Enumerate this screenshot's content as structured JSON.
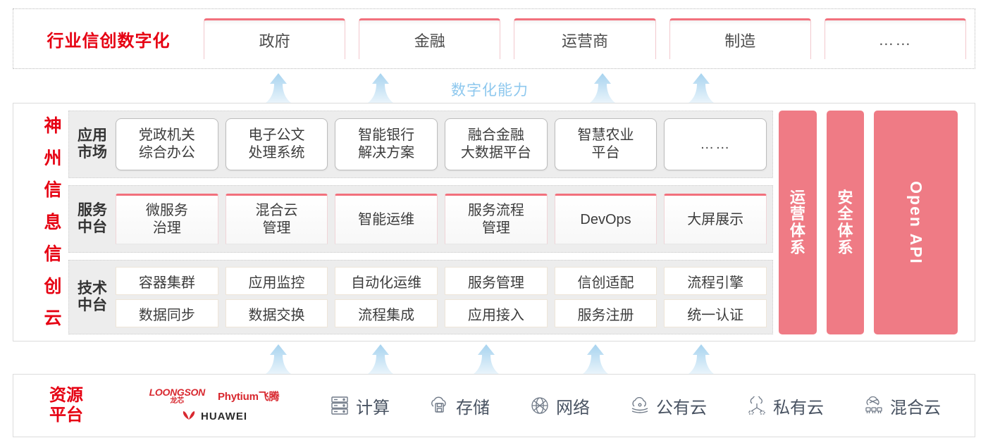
{
  "industry": {
    "title": "行业信创数字化",
    "tabs": [
      {
        "label": "政府"
      },
      {
        "label": "金融"
      },
      {
        "label": "运营商"
      },
      {
        "label": "制造"
      },
      {
        "label": "……"
      }
    ]
  },
  "capability_label": "数字化能力",
  "cloud": {
    "title_chars": [
      "神",
      "州",
      "信",
      "息",
      "信",
      "创",
      "云"
    ],
    "tiers": [
      {
        "id": "app",
        "label": "应用市场",
        "label_lines": [
          "应用",
          "市场"
        ],
        "cards": [
          {
            "lines": [
              "党政机关",
              "综合办公"
            ]
          },
          {
            "lines": [
              "电子公文",
              "处理系统"
            ]
          },
          {
            "lines": [
              "智能银行",
              "解决方案"
            ]
          },
          {
            "lines": [
              "融合金融",
              "大数据平台"
            ]
          },
          {
            "lines": [
              "智慧农业",
              "平台"
            ]
          },
          {
            "lines": [
              "……"
            ]
          }
        ]
      },
      {
        "id": "svc",
        "label": "服务中台",
        "label_lines": [
          "服务",
          "中台"
        ],
        "cards": [
          {
            "lines": [
              "微服务",
              "治理"
            ]
          },
          {
            "lines": [
              "混合云",
              "管理"
            ]
          },
          {
            "lines": [
              "智能运维"
            ]
          },
          {
            "lines": [
              "服务流程",
              "管理"
            ]
          },
          {
            "lines": [
              "DevOps"
            ]
          },
          {
            "lines": [
              "大屏展示"
            ]
          }
        ]
      },
      {
        "id": "tech",
        "label": "技术中台",
        "label_lines": [
          "技术",
          "中台"
        ],
        "rows": [
          [
            "容器集群",
            "应用监控",
            "自动化运维",
            "服务管理",
            "信创适配",
            "流程引擎"
          ],
          [
            "数据同步",
            "数据交换",
            "流程集成",
            "应用接入",
            "服务注册",
            "统一认证"
          ]
        ]
      }
    ],
    "vbars": [
      {
        "mode": "stack",
        "chars": [
          "运",
          "营",
          "体",
          "系"
        ],
        "text": "运营体系"
      },
      {
        "mode": "stack",
        "chars": [
          "安",
          "全",
          "体",
          "系"
        ],
        "text": "安全体系"
      },
      {
        "mode": "rotate",
        "text": "Open API"
      }
    ]
  },
  "resource": {
    "title_lines": [
      "资源",
      "平台"
    ],
    "vendors": [
      {
        "name": "LOONGSON",
        "cn": "龙芯"
      },
      {
        "name": "Phytium飞腾"
      },
      {
        "name": "HUAWEI"
      }
    ],
    "items": [
      {
        "label": "计算",
        "icon": "server-icon"
      },
      {
        "label": "存储",
        "icon": "cloud-storage-icon"
      },
      {
        "label": "网络",
        "icon": "network-icon"
      },
      {
        "label": "公有云",
        "icon": "public-cloud-icon"
      },
      {
        "label": "私有云",
        "icon": "private-cloud-icon"
      },
      {
        "label": "混合云",
        "icon": "hybrid-cloud-icon"
      }
    ]
  },
  "colors": {
    "brand_red": "#e60012",
    "accent_pink": "#f2707c",
    "bar_fill": "#ef7b85",
    "arrow_blue": "#aed7f0",
    "tier_bg": "#ededed"
  },
  "arrows": {
    "top_x": [
      395,
      540,
      855,
      995
    ],
    "bottom_x": [
      395,
      540,
      690,
      845,
      995
    ]
  }
}
